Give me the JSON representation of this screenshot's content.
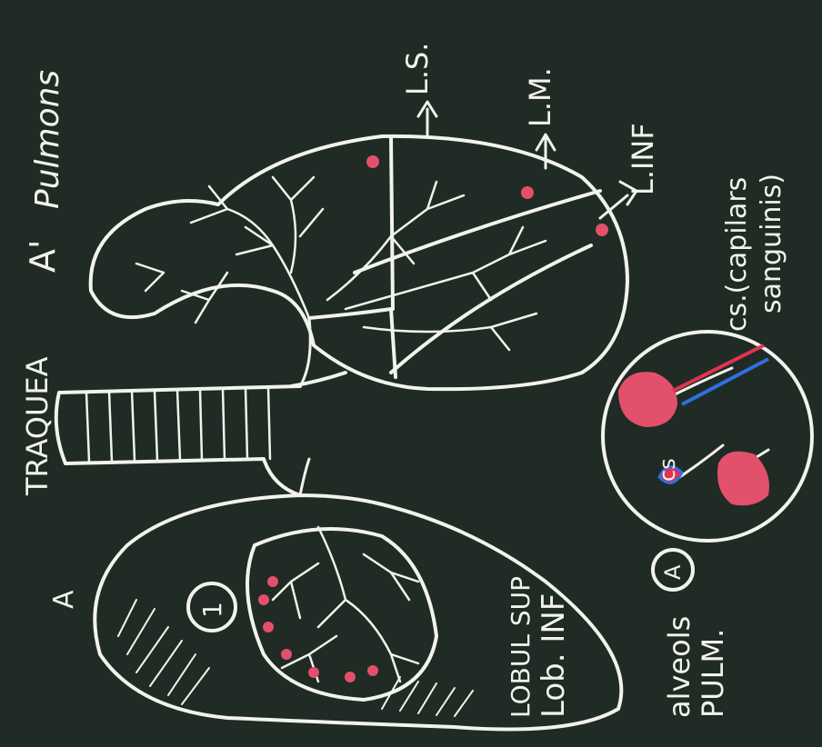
{
  "labels": {
    "title_trachea": "TRAQUEA",
    "title_a": "A'",
    "title_lungs": "Pulmons",
    "ls": "L.S.",
    "lm": "L.M.",
    "linf": "L.INF",
    "cs_full_line1": "cs.(capilars",
    "cs_full_line2": "sanguinis)",
    "cs_short": "cs",
    "alveols_line1": "alveols",
    "alveols_line2": "PULM.",
    "circle_a": "A",
    "circle_one": "1",
    "lobul_sup": "LOBUL SUP",
    "lob_inf": "Lob. INF",
    "arrow_a": "A"
  },
  "colors": {
    "board": "#1f2b24",
    "chalk": "#f2f2ee",
    "alveoli": "#e2506b",
    "artery": "#e2334f",
    "vein": "#2f6fe0"
  }
}
